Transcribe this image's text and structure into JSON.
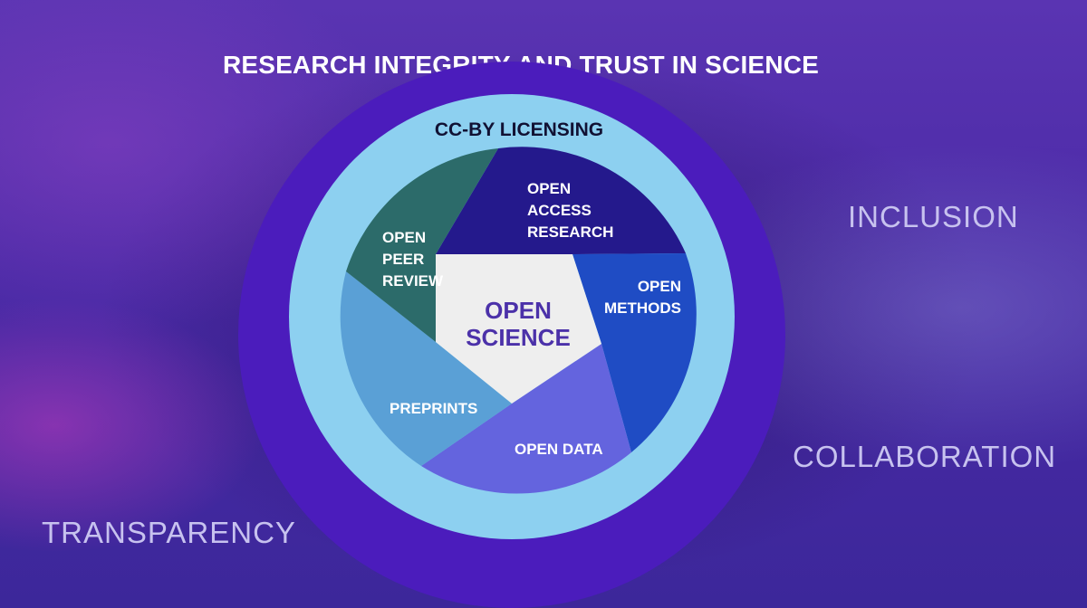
{
  "title": "RESEARCH INTEGRITY AND TRUST IN SCIENCE",
  "ring_label": "CC-BY LICENSING",
  "center_lines": [
    "OPEN",
    "SCIENCE"
  ],
  "segments": [
    {
      "name": "open-access-research",
      "lines": [
        "OPEN",
        "ACCESS",
        "RESEARCH"
      ],
      "color": "#24198c"
    },
    {
      "name": "open-methods",
      "lines": [
        "OPEN",
        "METHODS"
      ],
      "color": "#1f4cc4"
    },
    {
      "name": "open-data",
      "lines": [
        "OPEN DATA"
      ],
      "color": "#6464de"
    },
    {
      "name": "preprints",
      "lines": [
        "PREPRINTS"
      ],
      "color": "#5aa0d6"
    },
    {
      "name": "open-peer-review",
      "lines": [
        "OPEN",
        "PEER",
        "REVIEW"
      ],
      "color": "#2c6b6a"
    }
  ],
  "colors": {
    "outer_ring": "#4b1cbc",
    "light_ring": "#8dd0f0",
    "center": "#eeeeee"
  },
  "side_words": {
    "inclusion": "INCLUSION",
    "collaboration": "COLLABORATION",
    "transparency": "TRANSPARENCY"
  }
}
